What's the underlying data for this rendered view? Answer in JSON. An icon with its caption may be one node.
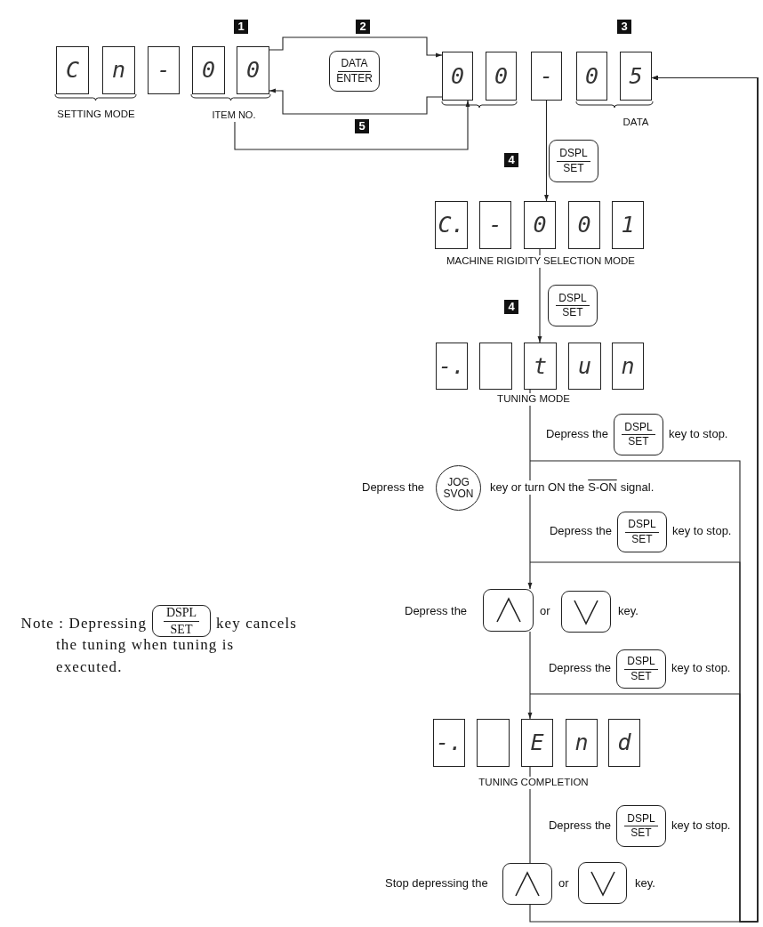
{
  "diagram": {
    "nodes": [
      {
        "text": [
          "C"
        ]
      },
      {
        "text": [
          "n"
        ]
      },
      {
        "text": [
          "-"
        ]
      },
      {
        "text": [
          "0"
        ]
      },
      {
        "text": [
          "0"
        ]
      },
      {
        "text": [
          "DATA",
          "ENTER"
        ]
      },
      {
        "text": [
          "0"
        ]
      },
      {
        "text": [
          "0"
        ]
      },
      {
        "text": [
          "-"
        ]
      },
      {
        "text": [
          "0"
        ]
      },
      {
        "text": [
          "5"
        ]
      },
      {
        "text": [
          "ITEM NO."
        ]
      },
      {
        "text": [
          "DSPL",
          "SET"
        ]
      },
      {
        "text": [
          "C."
        ]
      },
      {
        "text": [
          "-"
        ]
      },
      {
        "text": [
          "0"
        ]
      },
      {
        "text": [
          "0"
        ]
      },
      {
        "text": [
          "1"
        ]
      },
      {
        "text": [
          "DSPL",
          "SET"
        ]
      },
      {
        "text": [
          "-."
        ]
      },
      {
        "text": [],
        "shape": "box"
      },
      {
        "text": [
          "t"
        ]
      },
      {
        "text": [
          "u"
        ]
      },
      {
        "text": [
          "n"
        ]
      },
      {
        "text": [
          "DSPL",
          "SET"
        ],
        "beside": [
          "Depress the",
          "key to stop."
        ]
      },
      {
        "text": [
          "JOG",
          "SVON"
        ]
      },
      {
        "text": [
          "DSPL",
          "SET"
        ],
        "beside": [
          "Depress the",
          "key to stop."
        ]
      },
      {
        "text": [],
        "shape": "box"
      },
      {
        "text": [],
        "shape": "box"
      },
      {
        "text": [
          "DSPL",
          "SET"
        ],
        "beside": [
          "Depress the",
          "key to stop."
        ]
      },
      {
        "text": [
          "-."
        ]
      },
      {
        "text": [],
        "shape": "box"
      },
      {
        "text": [
          "E"
        ]
      },
      {
        "text": [
          "n"
        ]
      },
      {
        "text": [
          "d"
        ]
      },
      {
        "text": [
          "DSPL",
          "SET"
        ],
        "beside": [
          "Depress the",
          "key to stop."
        ]
      },
      {
        "text": [],
        "shape": "box"
      },
      {
        "text": [],
        "shape": "box"
      },
      {
        "text": [
          "DSPL",
          "SET"
        ],
        "beside": [
          "Note : Depressing",
          "key cancels"
        ]
      }
    ],
    "edges": [
      {
        "from": 4,
        "to": 6,
        "arrow": "to"
      },
      {
        "from": 6,
        "to": 4,
        "arrow": "to"
      },
      {
        "from": 11,
        "to": 6,
        "arrow": "to"
      },
      {
        "from": 8,
        "to": 15,
        "arrow": "to"
      },
      {
        "from": 15,
        "to": 21,
        "arrow": "to"
      },
      {
        "from": 21,
        "to": 27,
        "arrow": "to"
      },
      {
        "from": 27,
        "to": 32,
        "arrow": "to"
      },
      {
        "from": 32,
        "to": 36,
        "arrow": "none"
      },
      {
        "from": null,
        "to": 10,
        "arrow": "to"
      },
      {
        "from": null,
        "to": 10,
        "arrow": "to"
      },
      {
        "from": null,
        "to": 10,
        "arrow": "to"
      },
      {
        "from": 36,
        "to": 10,
        "arrow": "to"
      }
    ],
    "labels": [
      "1",
      "2",
      "3",
      "SETTING MODE",
      "DATA",
      "5",
      "4",
      "MACHINE RIGIDITY SELECTION MODE",
      "4",
      "TUNING MODE",
      "Depress the",
      "key or turn ON the",
      "S-ON",
      "signal.",
      "Depress the",
      "or",
      "key.",
      "the tuning when tuning is executed.",
      "TUNING COMPLETION",
      "Stop depressing the",
      "or",
      "key."
    ]
  }
}
